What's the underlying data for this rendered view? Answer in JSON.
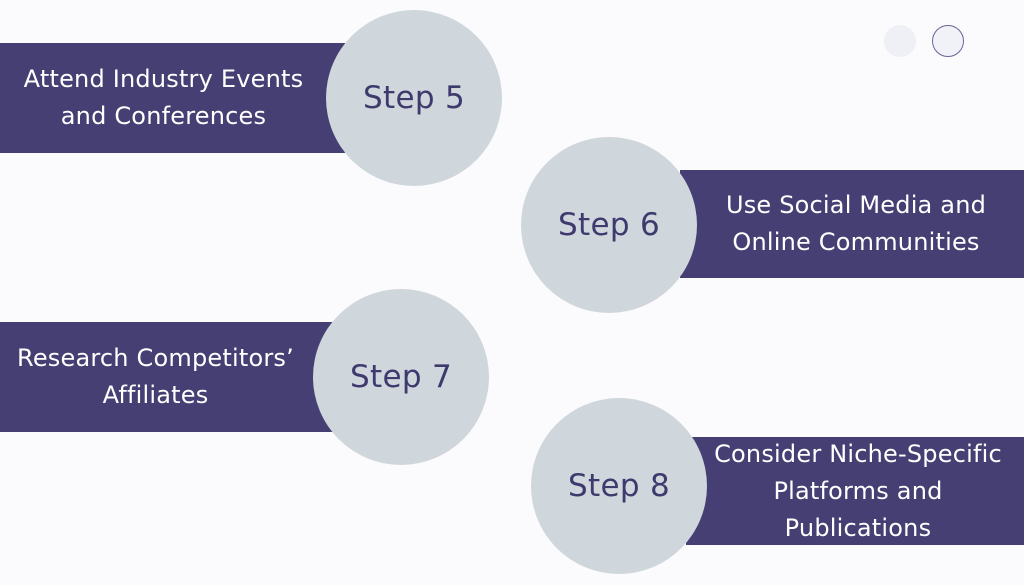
{
  "steps": [
    {
      "label": "Step 5",
      "text_lines": [
        "Attend Industry Events",
        "and Conferences"
      ]
    },
    {
      "label": "Step 6",
      "text_lines": [
        "Use Social Media and",
        "Online Communities"
      ]
    },
    {
      "label": "Step 7",
      "text_lines": [
        "Research Competitors’",
        "Affiliates"
      ]
    },
    {
      "label": "Step 8",
      "text_lines": [
        "Consider Niche-Specific",
        "Platforms and",
        "Publications"
      ]
    }
  ],
  "colors": {
    "bar": "#463f73",
    "circle": "#cfd6dc",
    "circle_text": "#3f3a6e",
    "background": "#fbfbfd"
  }
}
